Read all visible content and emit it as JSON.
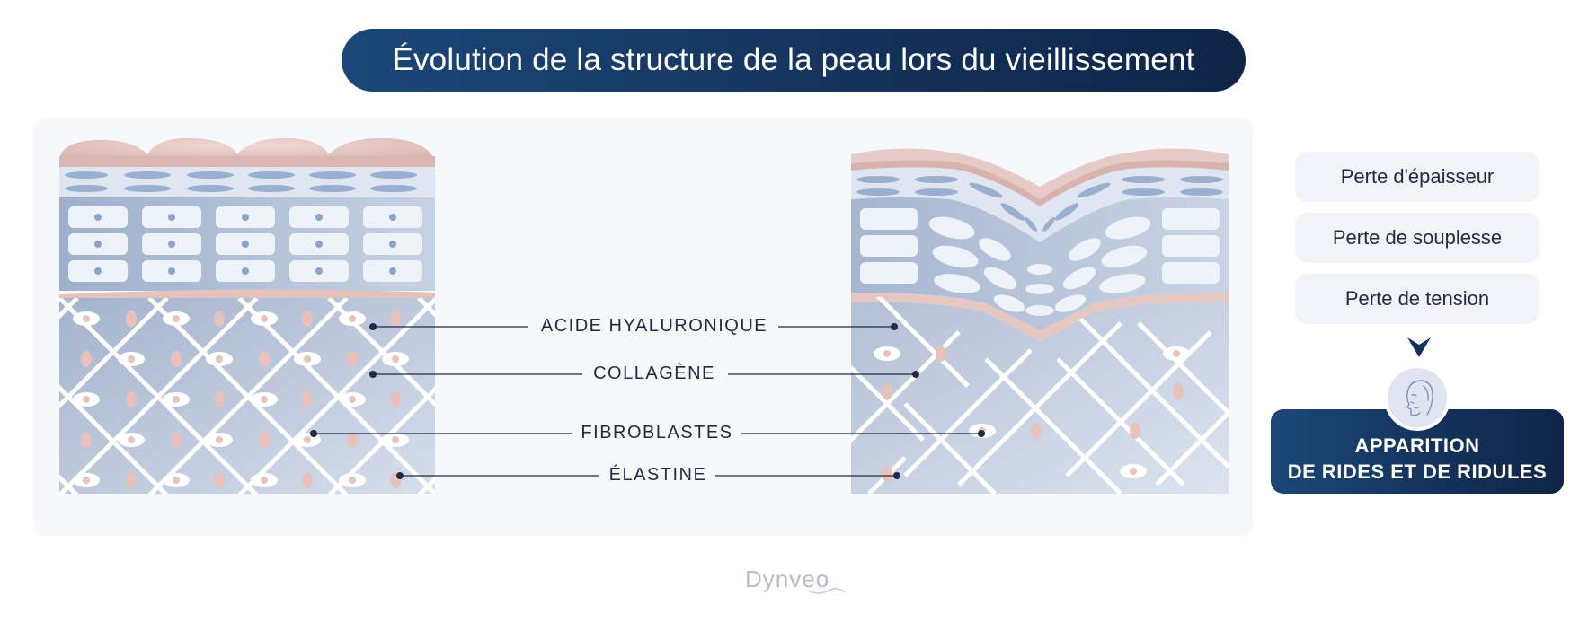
{
  "title": "Évolution de la structure de la peau lors du vieillissement",
  "labels": {
    "hyaluronic": "ACIDE HYALURONIQUE",
    "collagen": "COLLAGÈNE",
    "fibroblasts": "FIBROBLASTES",
    "elastin": "ÉLASTINE"
  },
  "effects": [
    "Perte d'épaisseur",
    "Perte de souplesse",
    "Perte de tension"
  ],
  "result": {
    "line1": "APPARITION",
    "line2": "DE RIDES ET DE RIDULES"
  },
  "icons": {
    "face": "woman-face-icon",
    "arrow": "chevron-down-icon"
  },
  "brand": "Dynveo",
  "colors": {
    "navy": "#14315a",
    "skin_pink": "#e5c6c2",
    "dermis_blue": "#a9b7d0",
    "cell_light": "#e8edf7",
    "chip_bg": "#f2f3f9"
  }
}
